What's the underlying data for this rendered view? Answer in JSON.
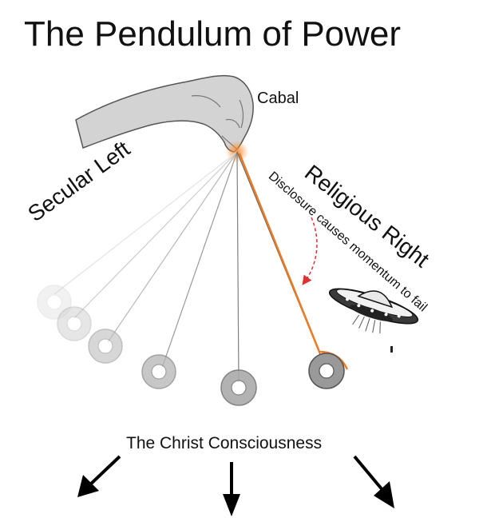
{
  "title": "The Pendulum of Power",
  "labels": {
    "top": "Cabal",
    "left": "Secular Left",
    "right": "Religious Right",
    "annotation": "Disclosure causes momentum to fail",
    "bottom": "The Christ Consciousness"
  },
  "colors": {
    "accent_line": "#f07a20",
    "dashed_arrow": "#e03030",
    "text": "#111111"
  },
  "icons": [
    "hand-icon",
    "ufo-icon",
    "arrow-down-left-icon",
    "arrow-down-icon",
    "arrow-down-right-icon"
  ]
}
